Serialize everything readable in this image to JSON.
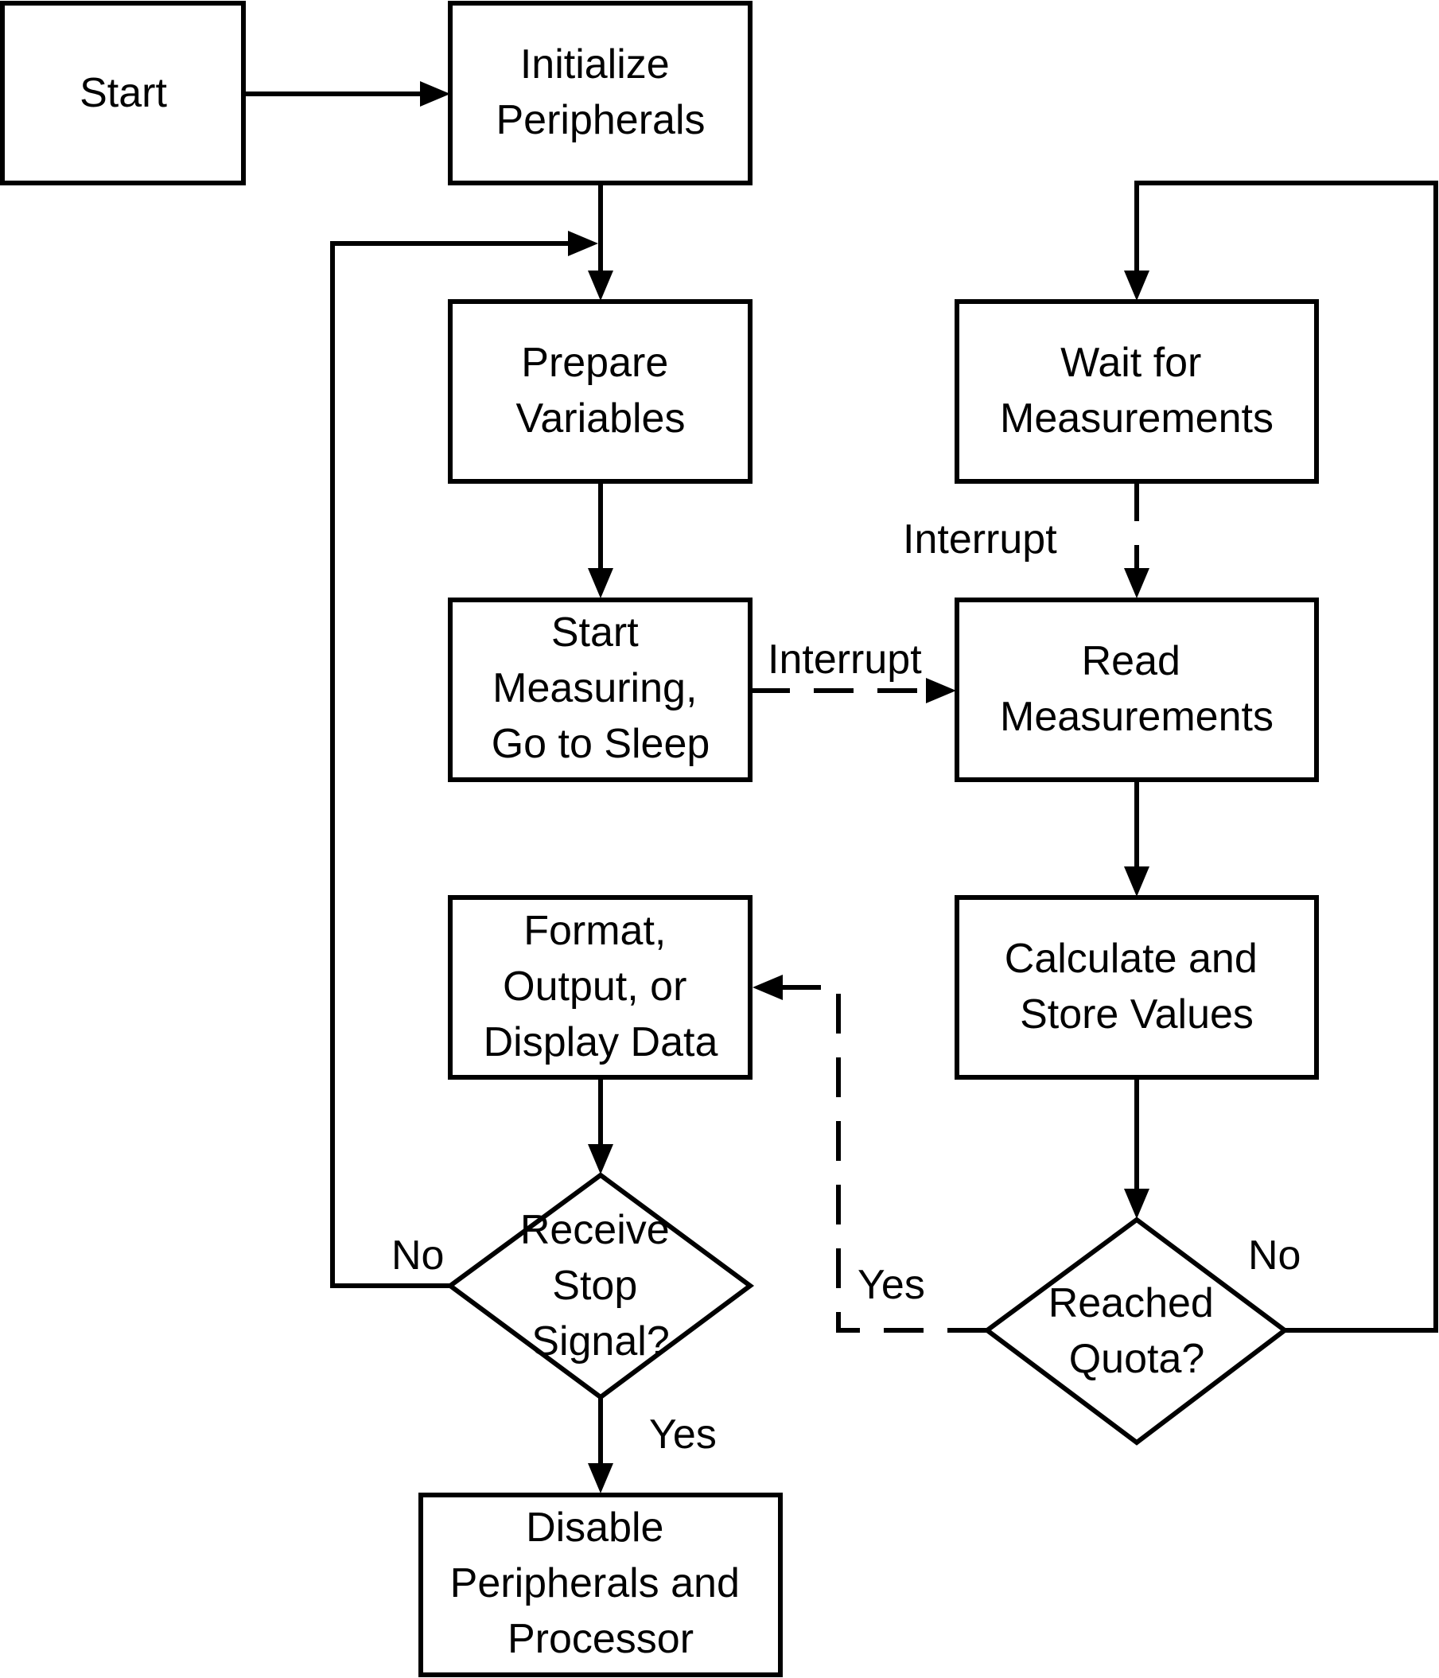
{
  "diagram": {
    "type": "flowchart",
    "nodes": {
      "start": {
        "lines": [
          "Start"
        ]
      },
      "init": {
        "lines": [
          "Initialize",
          "Peripherals"
        ]
      },
      "prepare": {
        "lines": [
          "Prepare",
          "Variables"
        ]
      },
      "startmeasure": {
        "lines": [
          "Start",
          "Measuring,",
          "Go to Sleep"
        ]
      },
      "format": {
        "lines": [
          "Format,",
          "Output, or",
          "Display Data"
        ]
      },
      "receive": {
        "lines": [
          "Receive",
          "Stop",
          "Signal?"
        ]
      },
      "disable": {
        "lines": [
          "Disable",
          "Peripherals and",
          "Processor"
        ]
      },
      "wait": {
        "lines": [
          "Wait for",
          "Measurements"
        ]
      },
      "read": {
        "lines": [
          "Read",
          "Measurements"
        ]
      },
      "calc": {
        "lines": [
          "Calculate and",
          "Store Values"
        ]
      },
      "quota": {
        "lines": [
          "Reached",
          "Quota?"
        ]
      }
    },
    "edge_labels": {
      "interrupt_top": "Interrupt",
      "interrupt_mid": "Interrupt",
      "receive_no": "No",
      "receive_yes": "Yes",
      "quota_yes": "Yes",
      "quota_no": "No"
    },
    "edges": [
      {
        "from": "start",
        "to": "init",
        "style": "solid"
      },
      {
        "from": "init",
        "to": "prepare",
        "style": "solid"
      },
      {
        "from": "prepare",
        "to": "startmeasure",
        "style": "solid"
      },
      {
        "from": "startmeasure",
        "to": "read",
        "style": "dashed",
        "label": "Interrupt"
      },
      {
        "from": "wait",
        "to": "read",
        "style": "dashed",
        "label": "Interrupt"
      },
      {
        "from": "read",
        "to": "calc",
        "style": "solid"
      },
      {
        "from": "calc",
        "to": "quota",
        "style": "solid"
      },
      {
        "from": "quota",
        "to": "wait",
        "style": "solid",
        "label": "No"
      },
      {
        "from": "quota",
        "to": "format",
        "style": "dashed",
        "label": "Yes"
      },
      {
        "from": "format",
        "to": "receive",
        "style": "solid"
      },
      {
        "from": "receive",
        "to": "prepare",
        "style": "solid",
        "label": "No"
      },
      {
        "from": "receive",
        "to": "disable",
        "style": "solid",
        "label": "Yes"
      }
    ]
  }
}
